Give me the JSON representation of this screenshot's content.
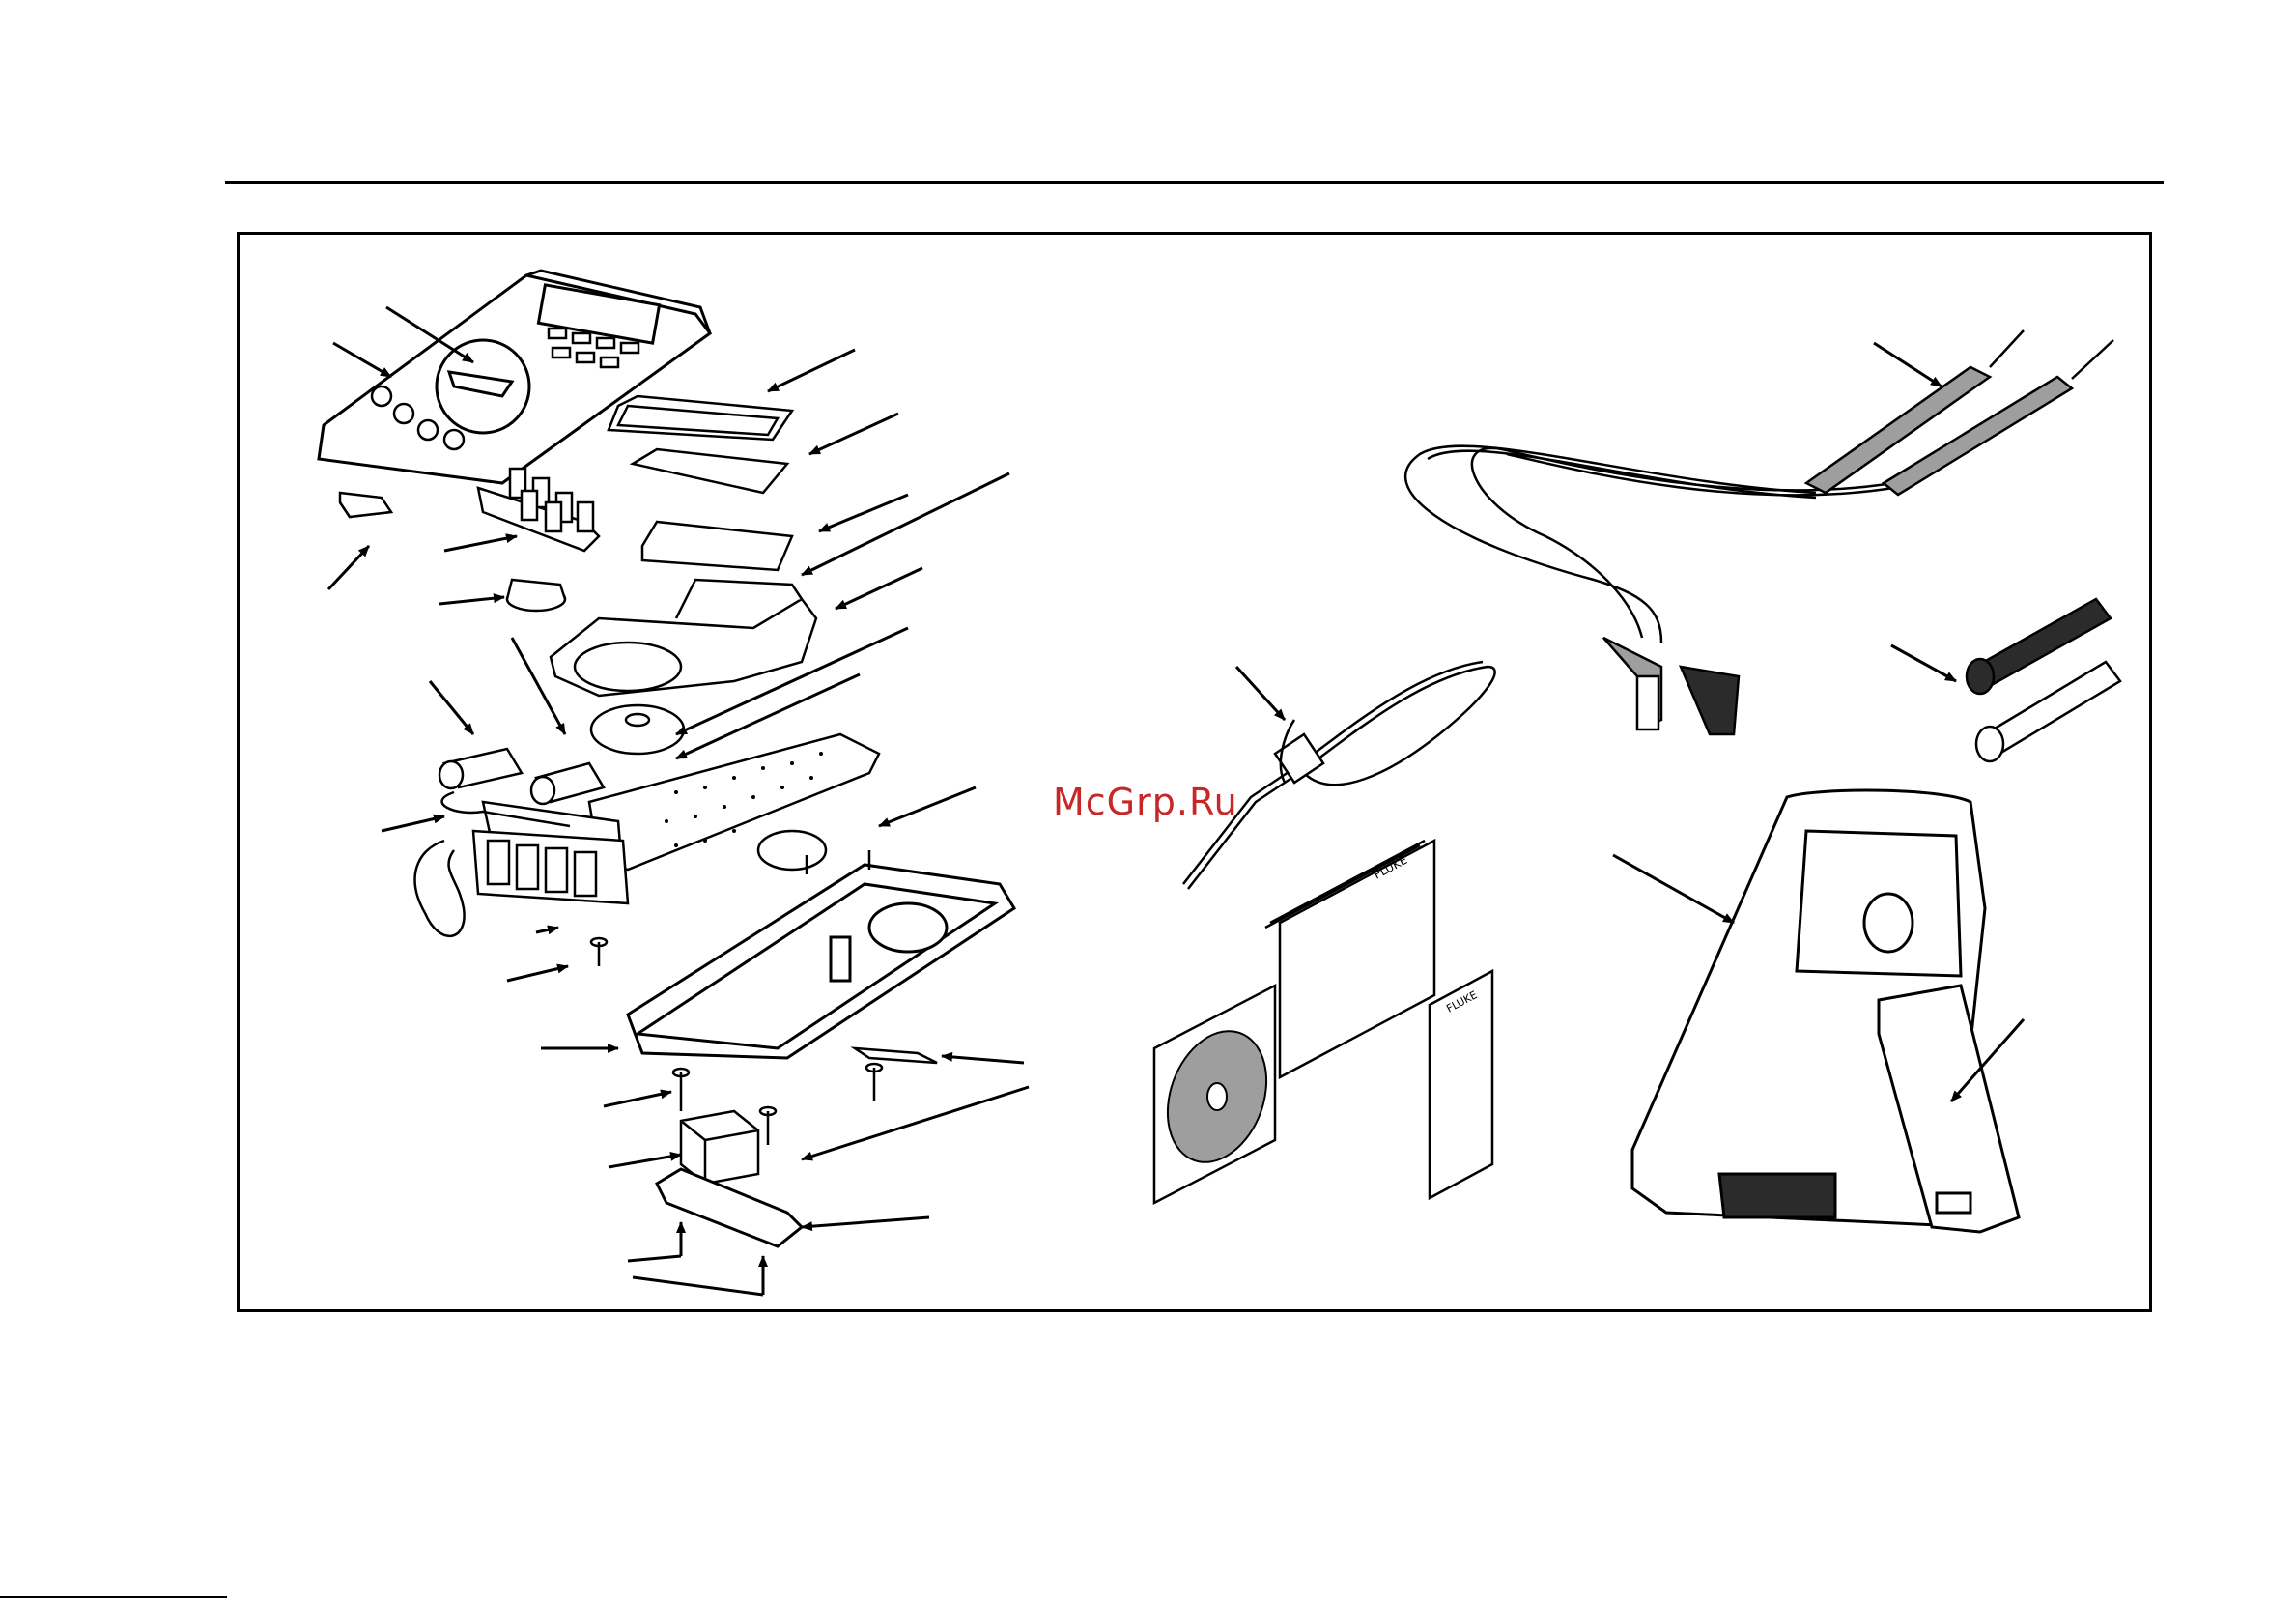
{
  "watermark": {
    "text": "McGrp.Ru",
    "color": "#c62828"
  },
  "manual_booklet": {
    "brand_text": "FLUKE"
  },
  "manual_sheet": {
    "brand_text": "FLUKE"
  },
  "colors": {
    "line": "#000000",
    "fill_light": "#ffffff",
    "fill_gray": "#9e9e9e",
    "fill_dark": "#2b2b2b"
  }
}
